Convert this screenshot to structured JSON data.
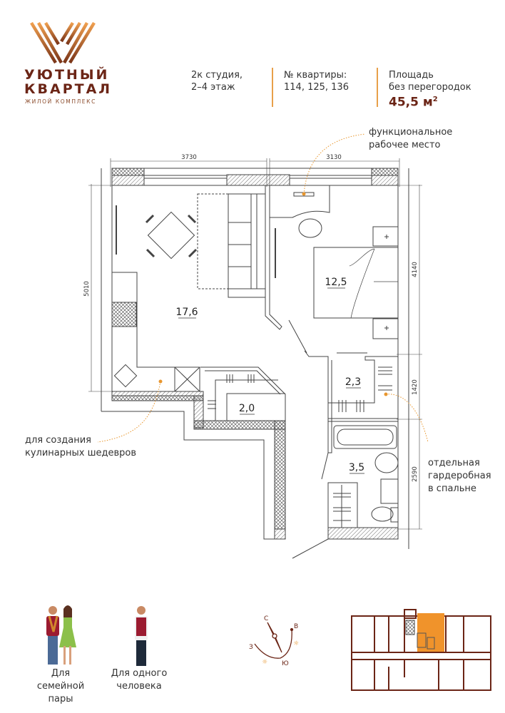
{
  "brand": {
    "line1": "УЮТНЫЙ",
    "line2": "КВАРТАЛ",
    "tagline": "ЖИЛОЙ КОМПЛЕКС"
  },
  "header": {
    "type_line1": "2к студия,",
    "type_line2": "2–4 этаж",
    "apt_label": "№ квартиры:",
    "apt_numbers": "114, 125, 136",
    "area_label1": "Площадь",
    "area_label2": "без перегородок",
    "area_value": "45,5 м",
    "area_unit_sup": "2"
  },
  "plan": {
    "dimensions": {
      "top_left": "3730",
      "top_right": "3130",
      "left": "5010",
      "right_top": "4140",
      "right_mid": "1420",
      "right_bottom": "2590"
    },
    "rooms": {
      "living_kitchen": "17,6",
      "bedroom": "12,5",
      "wardrobe": "2,3",
      "hall": "2,0",
      "bathroom": "3,5"
    }
  },
  "notes": {
    "workplace": [
      "функциональное",
      "рабочее место"
    ],
    "kitchen": [
      "для создания",
      "кулинарных шедевров"
    ],
    "wardrobe": [
      "отдельная",
      "гардеробная",
      "в спальне"
    ]
  },
  "audience": [
    {
      "line1": "Для семейной",
      "line2": "пары"
    },
    {
      "line1": "Для одного",
      "line2": "человека"
    }
  ],
  "compass": {
    "north": "С",
    "east": "В",
    "west": "З",
    "south": "Ю"
  },
  "colors": {
    "brand": "#6b2516",
    "accent": "#e8962e",
    "highlight": "#f0932b"
  }
}
